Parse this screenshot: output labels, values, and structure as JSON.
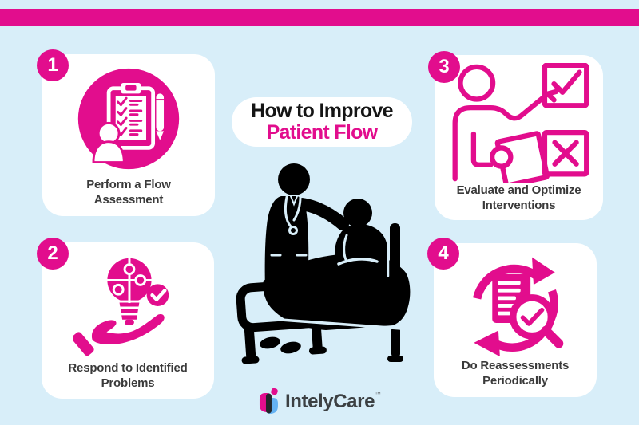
{
  "theme": {
    "background": "#D8EEF9",
    "accent_pink": "#E20D8D",
    "card_background": "#FFFFFF",
    "caption_color": "#3A3A3A",
    "title_dark_color": "#151515",
    "silhouette_color": "#000000",
    "logo_text_color": "#3C4043",
    "logo_blue": "#64B2F3"
  },
  "top_bar": {
    "color": "#E20D8D"
  },
  "title": {
    "line1": "How to Improve",
    "line2": "Patient Flow"
  },
  "steps": [
    {
      "number": "1",
      "lines": [
        "Perform a Flow",
        "Assessment"
      ],
      "icon": "clipboard-checklist-icon"
    },
    {
      "number": "2",
      "lines": [
        "Respond to Identified",
        "Problems"
      ],
      "icon": "lightbulb-puzzle-hand-icon"
    },
    {
      "number": "3",
      "lines": [
        "Evaluate and Optimize",
        "Interventions"
      ],
      "icon": "person-checkbox-vote-icon"
    },
    {
      "number": "4",
      "lines": [
        "Do Reassessments",
        "Periodically"
      ],
      "icon": "reassessment-cycle-magnifier-icon"
    }
  ],
  "center_illustration": {
    "icon": "doctor-patient-bed-icon"
  },
  "brand": {
    "name": "IntelyCare",
    "trademark": "™"
  }
}
